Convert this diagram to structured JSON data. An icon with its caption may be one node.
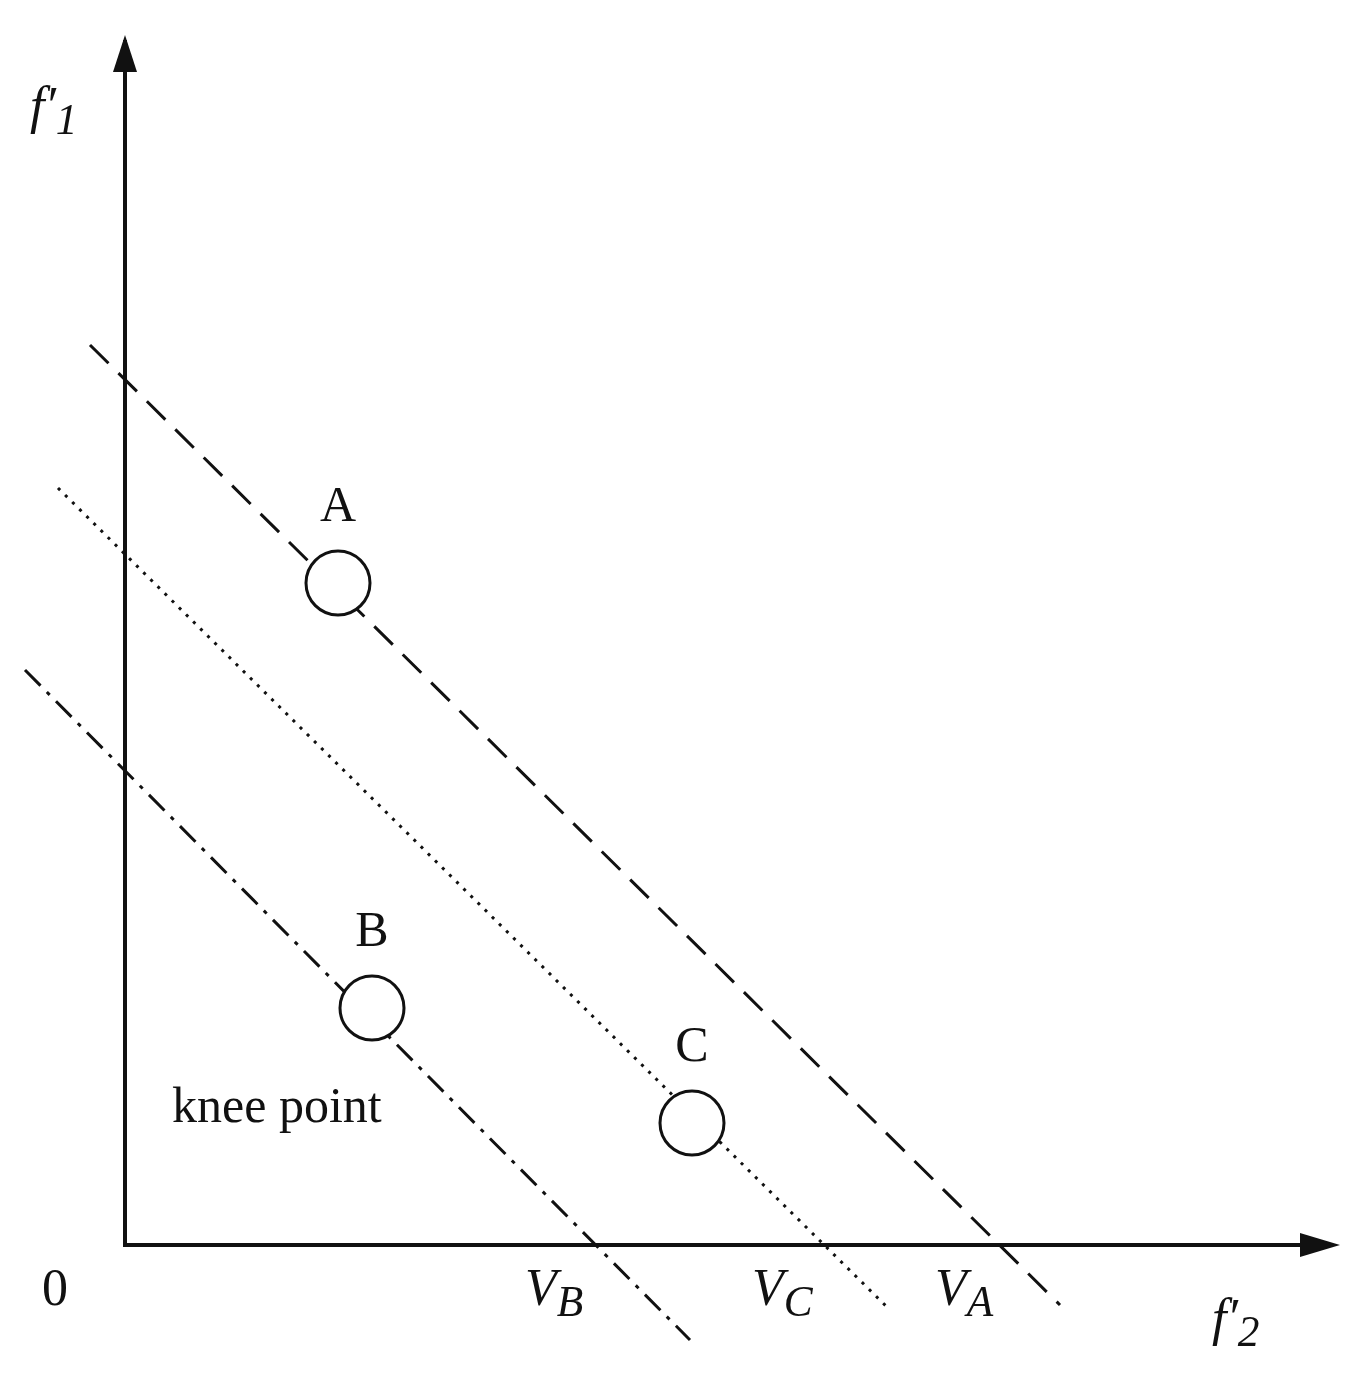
{
  "diagram": {
    "nodes": [
      {
        "text": [
          "A"
        ]
      },
      {
        "text": [
          "B"
        ],
        "beside": [
          "knee point"
        ]
      },
      {
        "text": [
          "C"
        ]
      }
    ],
    "labels": [
      "f′$_{1}$",
      "0",
      "V$_{B}$",
      "V$_{C}$",
      "V$_{A}$",
      "f′$_{2}$"
    ]
  }
}
